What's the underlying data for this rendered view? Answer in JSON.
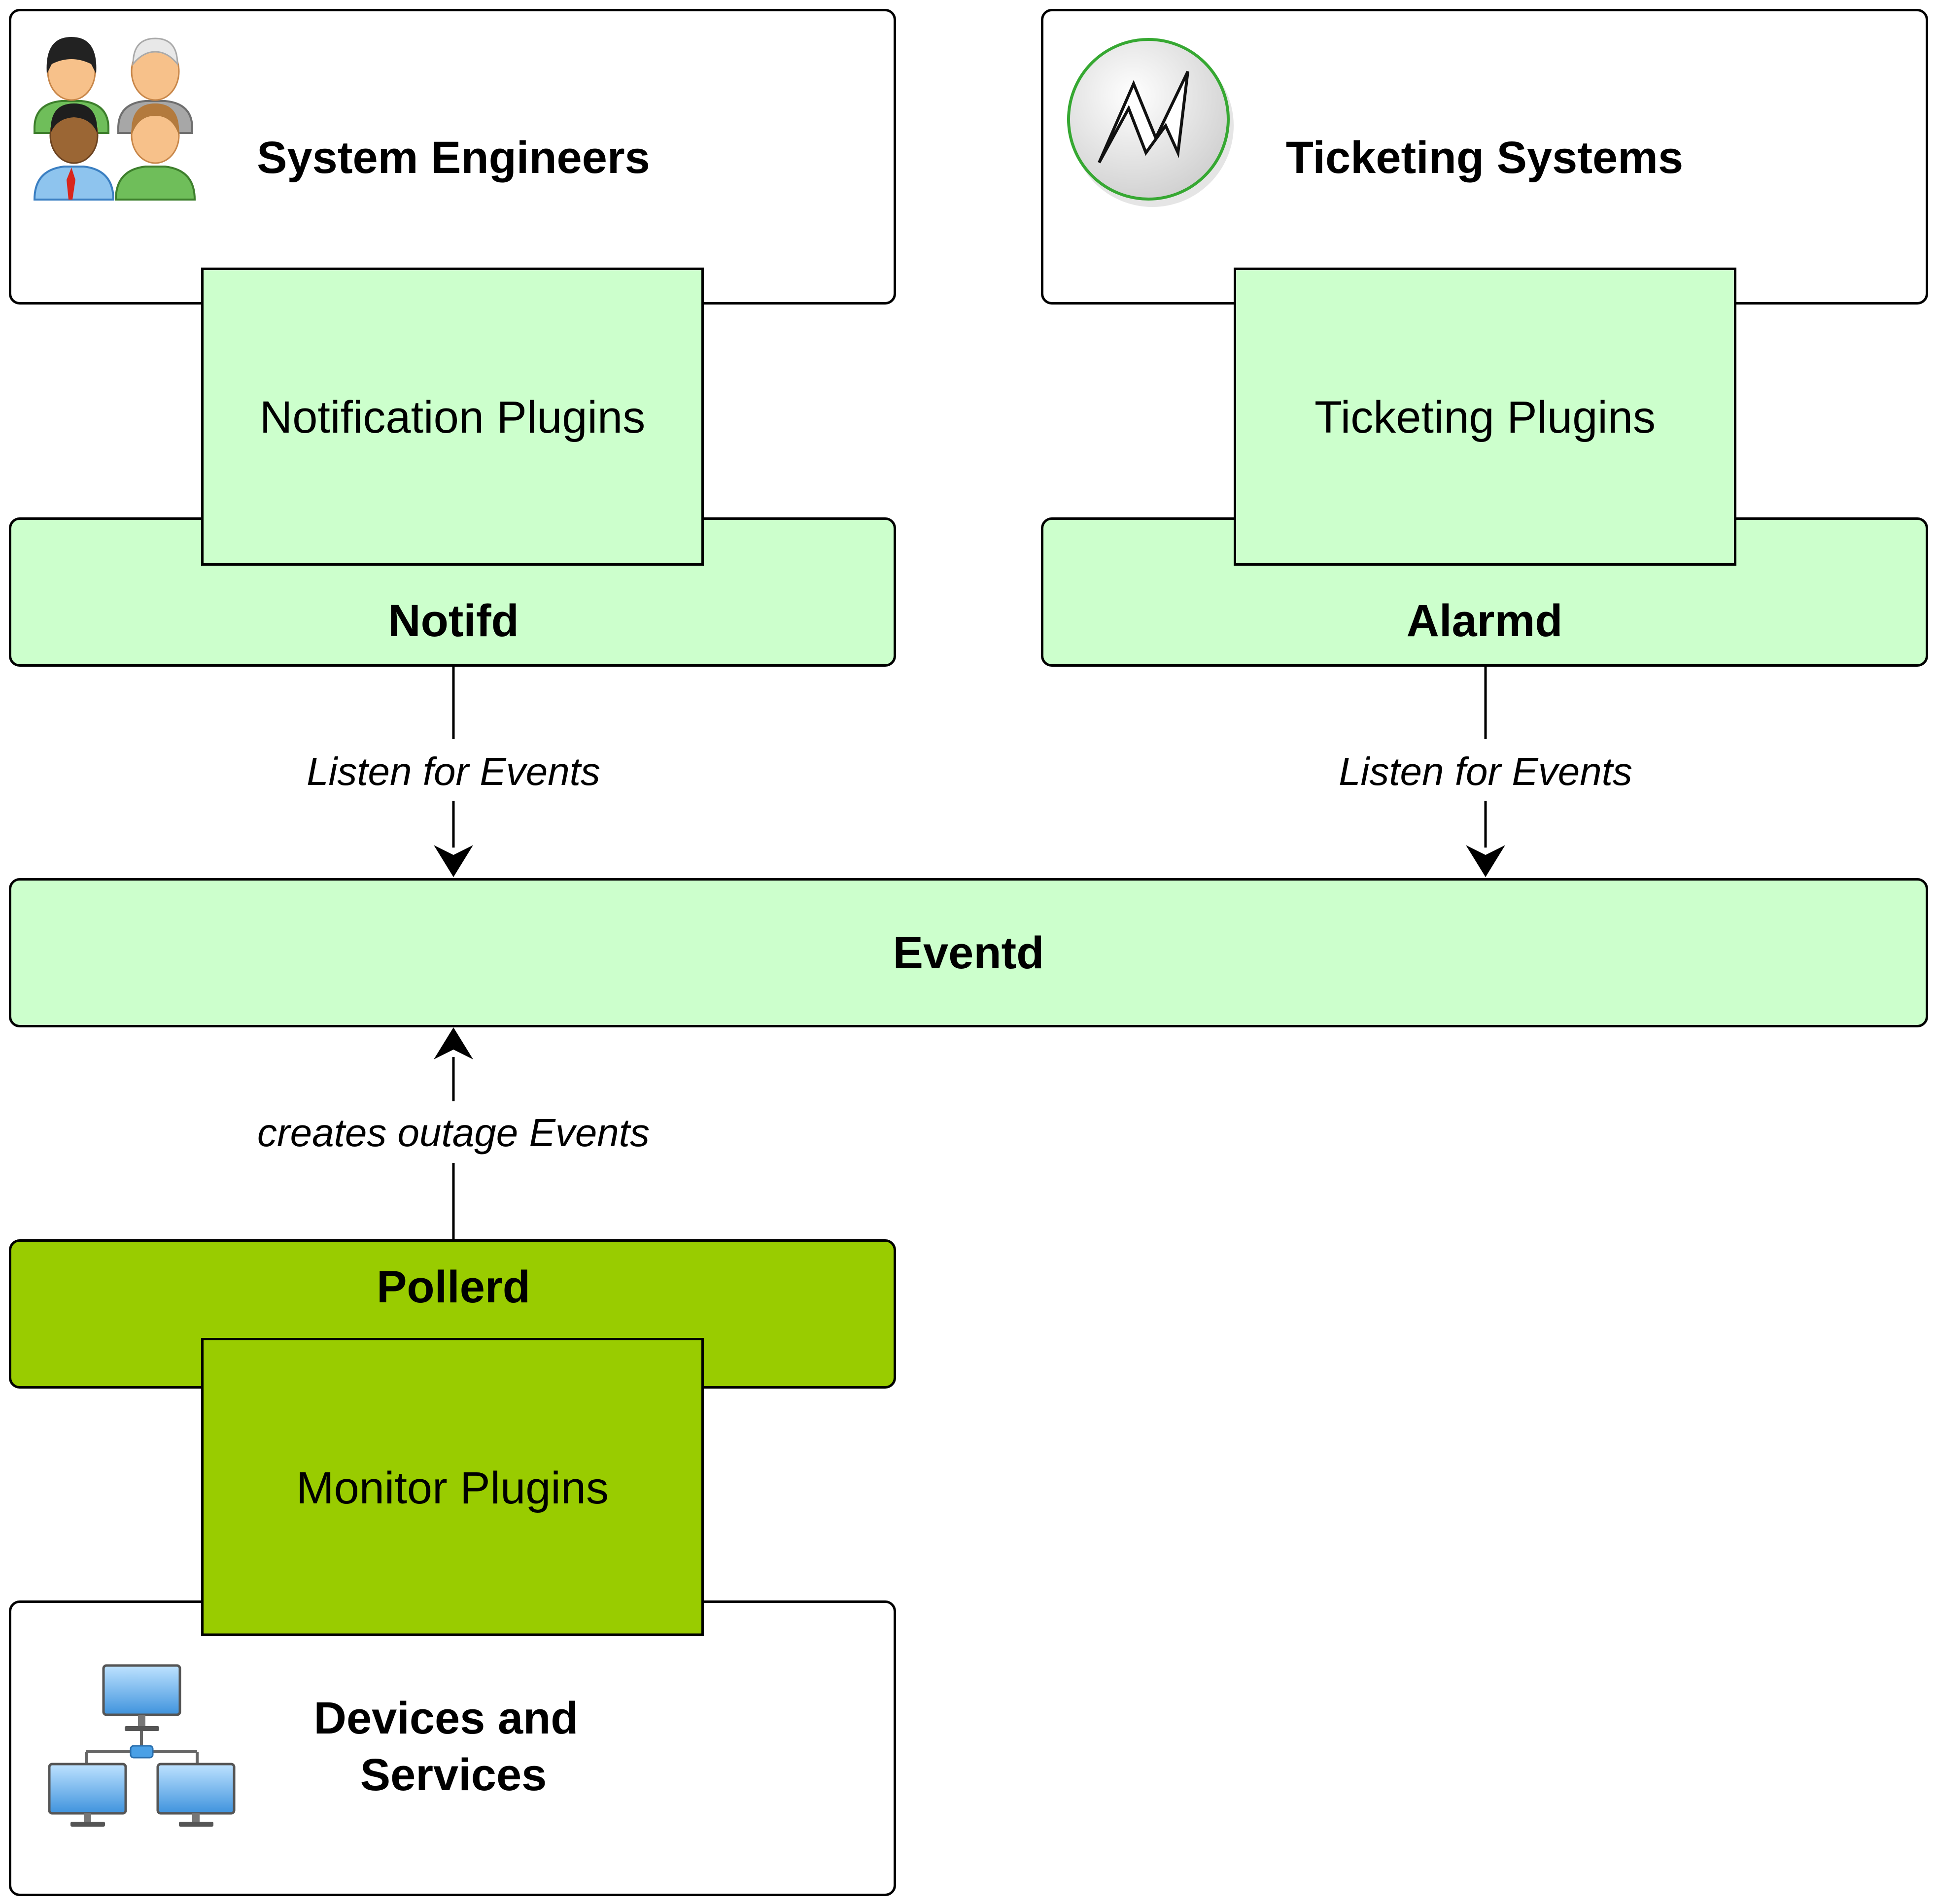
{
  "diagram": {
    "nodes": {
      "engineers": {
        "label": "System Engineers",
        "icon": "users-group-icon"
      },
      "ticketing_systems": {
        "label": "Ticketing Systems",
        "icon": "lightning-bolt-icon"
      },
      "notification_plugins": {
        "label": "Notification Plugins"
      },
      "ticketing_plugins": {
        "label": "Ticketing Plugins"
      },
      "notifd": {
        "label": "Notifd"
      },
      "alarmd": {
        "label": "Alarmd"
      },
      "eventd": {
        "label": "Eventd"
      },
      "pollerd": {
        "label": "Pollerd"
      },
      "monitor_plugins": {
        "label": "Monitor Plugins"
      },
      "devices": {
        "label_line1": "Devices and",
        "label_line2": "Services",
        "icon": "network-computers-icon"
      }
    },
    "edges": [
      {
        "from": "notifd",
        "to": "eventd",
        "label": "Listen for Events"
      },
      {
        "from": "alarmd",
        "to": "eventd",
        "label": "Listen for Events"
      },
      {
        "from": "pollerd",
        "to": "eventd",
        "label": "creates outage Events"
      }
    ],
    "colors": {
      "pale_green": "#ccffcc",
      "lime_green": "#99cc00",
      "white": "#ffffff",
      "stroke": "#000000"
    }
  }
}
